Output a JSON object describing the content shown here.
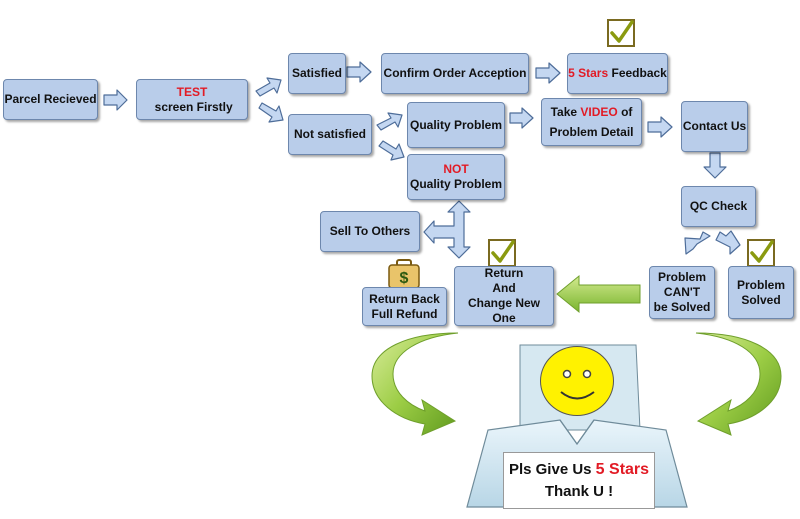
{
  "nodes": {
    "parcel": "Parcel Recieved",
    "test_red": "TEST",
    "test_rest": " screen Firstly",
    "satisfied": "Satisfied",
    "not_satisfied": "Not satisfied",
    "confirm": "Confirm Order Acception",
    "feedback_red": "5 Stars",
    "feedback_rest": " Feedback",
    "quality": "Quality Problem",
    "not_quality_red": "NOT",
    "not_quality_rest": "Quality Problem",
    "video_pre": "Take ",
    "video_red": "VIDEO",
    "video_post": " of",
    "video_line2": "Problem Detail",
    "contact": "Contact Us",
    "qc": "QC Check",
    "sell": "Sell To Others",
    "refund_line1": "Return Back",
    "refund_line2": "Full Refund",
    "return_line1": "Return",
    "return_line2": "And",
    "return_line3": "Change New One",
    "cant_line1": "Problem",
    "cant_line2": "CAN'T",
    "cant_line3": "be Solved",
    "solved_line1": "Problem",
    "solved_line2": "Solved"
  },
  "card": {
    "pre": "Pls Give Us ",
    "stars": "5 Stars",
    "thanks": "Thank U !"
  },
  "colors": {
    "box_fill": "#b9cdea",
    "box_border": "#6d87ad",
    "highlight": "#e21b25",
    "curved_arrow": "#8cc63f",
    "smiley": "#fff200",
    "shirt": "#cfe4ef"
  },
  "icons": [
    "checkbox-icon",
    "money-bag-icon",
    "smiley-icon"
  ]
}
